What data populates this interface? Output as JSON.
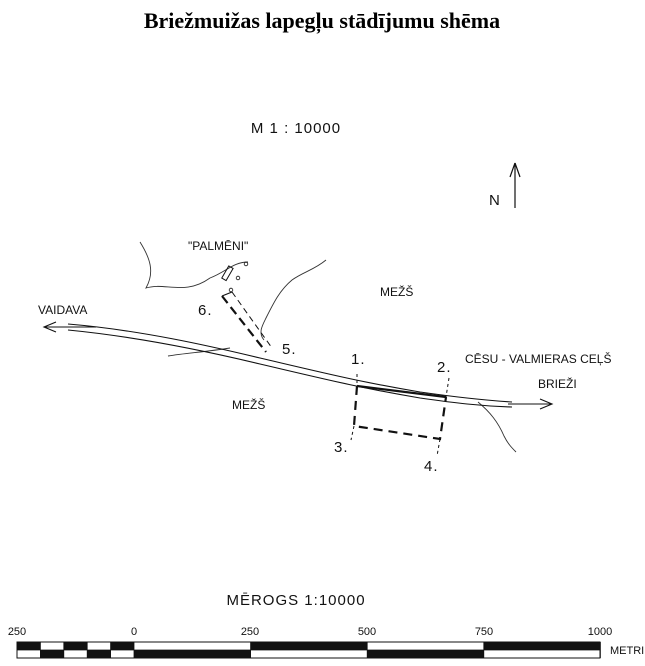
{
  "title": "Briežmuižas lapegļu stādījumu shēma",
  "scale_top": "M 1 : 10000",
  "north": "N",
  "places": {
    "palmeni": "\"PALMĒNI\"",
    "forest_north": "MEŽŠ",
    "forest_south": "MEŽŠ",
    "vaidava": "VAIDAVA",
    "road": "CĒSU - VALMIERAS CEĻŠ",
    "briezi": "BRIEŽI"
  },
  "points": [
    "1.",
    "2.",
    "3.",
    "4.",
    "5.",
    "6."
  ],
  "scale_bar": {
    "label": "MĒROGS  1:10000",
    "ticks": [
      "250",
      "0",
      "250",
      "500",
      "750",
      "1000"
    ],
    "unit": "METRI"
  }
}
